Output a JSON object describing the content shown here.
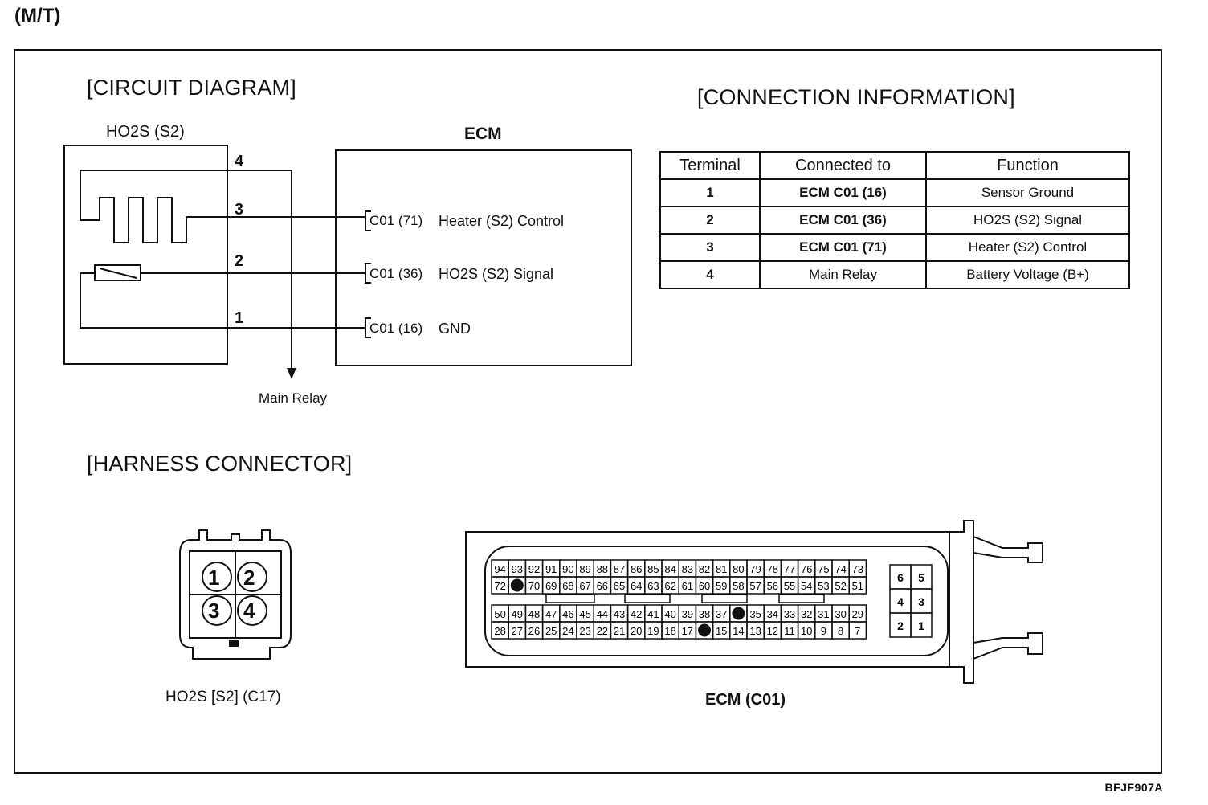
{
  "header": "(M/T)",
  "circuit": {
    "title": "[CIRCUIT DIAGRAM]",
    "sensor_label": "HO2S (S2)",
    "ecm_label": "ECM",
    "pins": [
      "4",
      "3",
      "2",
      "1"
    ],
    "ecm_pins": [
      {
        "code": "C01 (71)",
        "name": "Heater (S2) Control"
      },
      {
        "code": "C01 (36)",
        "name": "HO2S (S2) Signal"
      },
      {
        "code": "C01 (16)",
        "name": "GND"
      }
    ],
    "main_relay": "Main Relay"
  },
  "connection": {
    "title": "[CONNECTION INFORMATION]",
    "headers": [
      "Terminal",
      "Connected to",
      "Function"
    ],
    "rows": [
      {
        "terminal": "1",
        "connected_to": "ECM C01 (16)",
        "function": "Sensor Ground"
      },
      {
        "terminal": "2",
        "connected_to": "ECM C01 (36)",
        "function": "HO2S (S2) Signal"
      },
      {
        "terminal": "3",
        "connected_to": "ECM C01 (71)",
        "function": "Heater (S2) Control"
      },
      {
        "terminal": "4",
        "connected_to": "Main Relay",
        "function": "Battery Voltage (B+)"
      }
    ]
  },
  "harness": {
    "title": "[HARNESS CONNECTOR]",
    "ho2s_pins": [
      "1",
      "2",
      "3",
      "4"
    ],
    "ho2s_label": "HO2S [S2] (C17)",
    "ecm_label": "ECM  (C01)",
    "ecm_rows": [
      [
        "94",
        "93",
        "92",
        "91",
        "90",
        "89",
        "88",
        "87",
        "86",
        "85",
        "84",
        "83",
        "82",
        "81",
        "80",
        "79",
        "78",
        "77",
        "76",
        "75",
        "74",
        "73"
      ],
      [
        "72",
        "",
        "70",
        "69",
        "68",
        "67",
        "66",
        "65",
        "64",
        "63",
        "62",
        "61",
        "60",
        "59",
        "58",
        "57",
        "56",
        "55",
        "54",
        "53",
        "52",
        "51"
      ],
      [
        "50",
        "49",
        "48",
        "47",
        "46",
        "45",
        "44",
        "43",
        "42",
        "41",
        "40",
        "39",
        "38",
        "37",
        "",
        "35",
        "34",
        "33",
        "32",
        "31",
        "30",
        "29"
      ],
      [
        "28",
        "27",
        "26",
        "25",
        "24",
        "23",
        "22",
        "21",
        "20",
        "19",
        "18",
        "17",
        "",
        "15",
        "14",
        "13",
        "12",
        "11",
        "10",
        "9",
        "8",
        "7"
      ]
    ],
    "ecm_small_block": [
      [
        "6",
        "5"
      ],
      [
        "4",
        "3"
      ],
      [
        "2",
        "1"
      ]
    ]
  },
  "footer_code": "BFJF907A"
}
